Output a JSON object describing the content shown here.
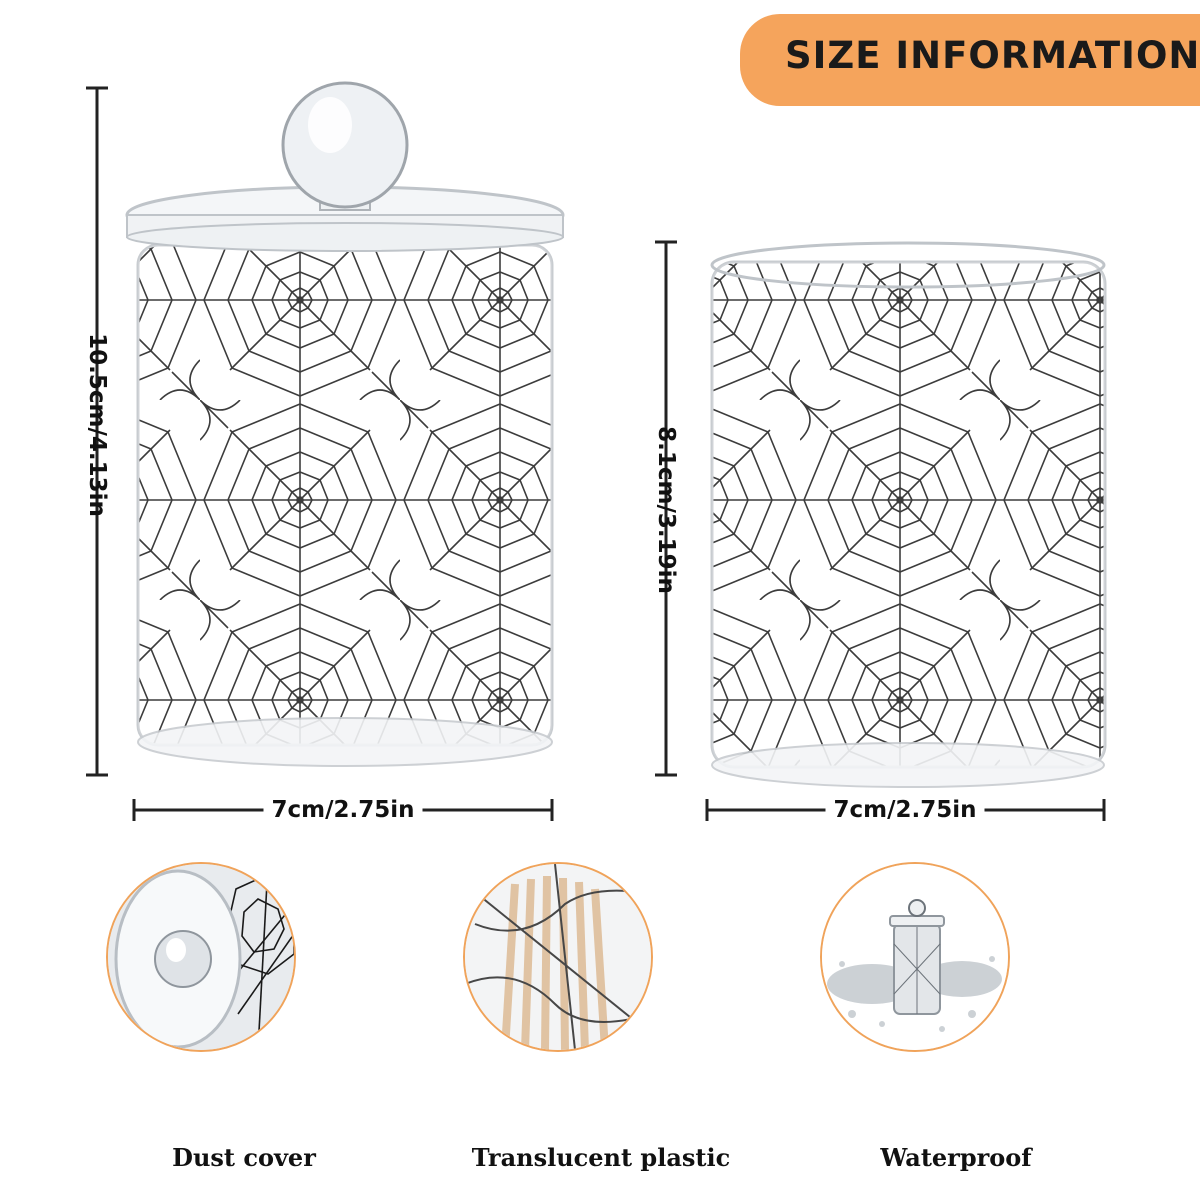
{
  "header": {
    "title": "SIZE INFORMATION"
  },
  "jars": {
    "large": {
      "height_label": "10.5cm/4.13in",
      "width_label": "7cm/2.75in"
    },
    "small": {
      "height_label": "8.1cm/3.19in",
      "width_label": "7cm/2.75in"
    }
  },
  "features": [
    {
      "label": "Dust cover",
      "icon": "lid-knob-icon"
    },
    {
      "label": "Translucent plastic",
      "icon": "cotton-swabs-icon"
    },
    {
      "label": "Waterproof",
      "icon": "water-splash-icon"
    }
  ],
  "colors": {
    "accent": "#f5a45c",
    "ring": "#f0a35a",
    "web": "#1a1a1a"
  }
}
